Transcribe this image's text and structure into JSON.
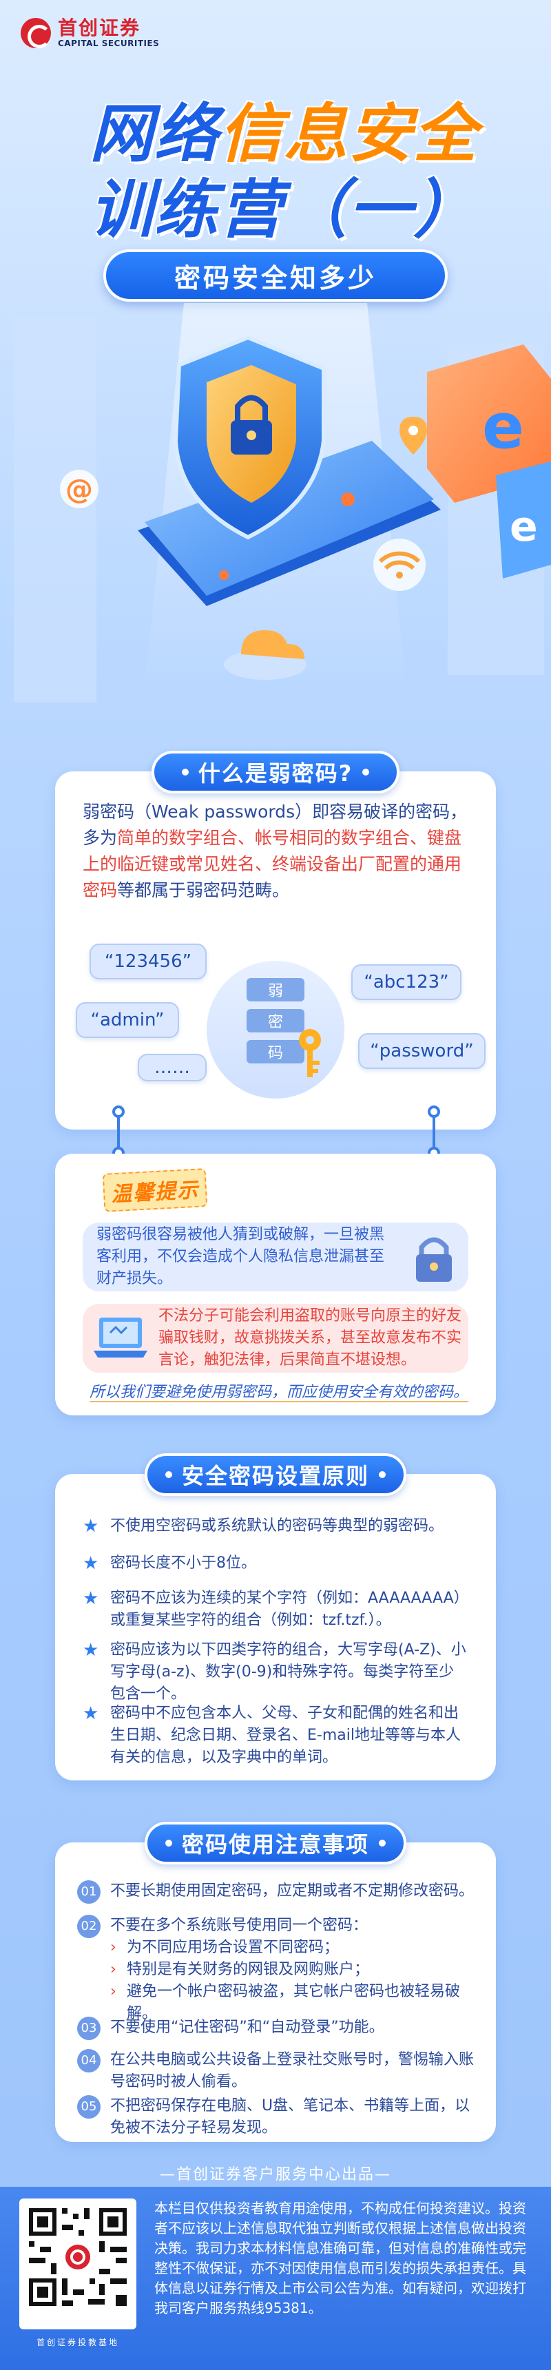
{
  "header": {
    "logo_cn": "首创证券",
    "logo_en": "CAPITAL SECURITIES",
    "title_part1": "网络",
    "title_part2": "信息安全",
    "title_line2": "训练营（一）",
    "subtitle": "密码安全知多少"
  },
  "section1": {
    "badge": "什么是弱密码?",
    "paragraph_parts": [
      {
        "text": "弱密码（Weak passwords）即容易破译的密码，多为",
        "hl": false
      },
      {
        "text": "简单的数字组合、帐号相同的数字组合、键盘上的临近键或常见姓名、终端设备出厂配置的通用密码",
        "hl": true
      },
      {
        "text": "等都属于弱密码范畴。",
        "hl": false
      }
    ],
    "bubbles": [
      "“123456”",
      "“admin”",
      "……",
      "“abc123”",
      "“password”"
    ],
    "center_tags": [
      "弱",
      "密",
      "码"
    ]
  },
  "section2": {
    "tip_title": "温馨提示",
    "tip1": "弱密码很容易被他人猜到或破解，一旦被黑客利用，不仅会造成个人隐私信息泄漏甚至财产损失。",
    "tip2": "不法分子可能会利用盗取的账号向原主的好友骗取钱财，故意挑拨关系，甚至故意发布不实言论，触犯法律，后果简直不堪设想。",
    "footer": "所以我们要避免使用弱密码，而应使用安全有效的密码。"
  },
  "section3": {
    "badge": "安全密码设置原则",
    "items": [
      "不使用空密码或系统默认的密码等典型的弱密码。",
      "密码长度不小于8位。",
      "密码不应该为连续的某个字符（例如：AAAAAAAA）或重复某些字符的组合（例如：tzf.tzf.）。",
      "密码应该为以下四类字符的组合，大写字母(A-Z)、小写字母(a-z)、数字(0-9)和特殊字符。每类字符至少包含一个。",
      "密码中不应包含本人、父母、子女和配偶的姓名和出生日期、纪念日期、登录名、E-mail地址等等与本人有关的信息，以及字典中的单词。"
    ]
  },
  "section4": {
    "badge": "密码使用注意事项",
    "items": [
      {
        "num": "01",
        "text": "不要长期使用固定密码，应定期或者不定期修改密码。",
        "subs": []
      },
      {
        "num": "02",
        "text": "不要在多个系统账号使用同一个密码：",
        "subs": [
          "为不同应用场合设置不同密码；",
          "特别是有关财务的网银及网购账户；",
          "避免一个帐户密码被盗，其它帐户密码也被轻易破解。"
        ]
      },
      {
        "num": "03",
        "text": "不要使用“记住密码”和“自动登录”功能。",
        "subs": []
      },
      {
        "num": "04",
        "text": "在公共电脑或公共设备上登录社交账号时，警惕输入账号密码时被人偷看。",
        "subs": []
      },
      {
        "num": "05",
        "text": "不把密码保存在电脑、U盘、笔记本、书籍等上面，以免被不法分子轻易发现。",
        "subs": []
      }
    ]
  },
  "footer": {
    "source": "—首创证券客户服务中心出品—",
    "qr_label": "首创证券投教基地",
    "disclaimer": "本栏目仅供投资者教育用途使用，不构成任何投资建议。投资者不应该以上述信息取代独立判断或仅根据上述信息做出投资决策。我司力求本材料信息准确可靠，但对信息的准确性或完整性不做保证，亦不对因使用信息而引发的损失承担责任。具体信息以证券行情及上市公司公告为准。如有疑问，欢迎拨打我司客户服务热线95381。"
  }
}
